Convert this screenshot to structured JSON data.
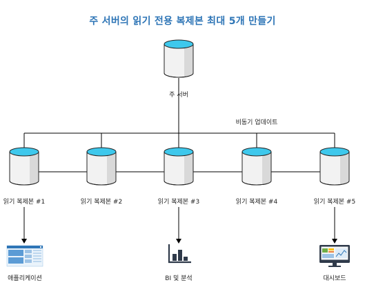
{
  "title": "주 서버의 읽기 전용 복제본 최대 5개 만들기",
  "primary": {
    "label": "주 서버"
  },
  "async_label": "비동기 업데이트",
  "replicas": [
    {
      "label": "읽기 복제본 #1"
    },
    {
      "label": "읽기 복제본 #2"
    },
    {
      "label": "읽기 복제본 #3"
    },
    {
      "label": "읽기 복제본 #4"
    },
    {
      "label": "읽기 복제본 #5"
    }
  ],
  "consumers": [
    {
      "label": "애플리케이션",
      "icon": "application-icon"
    },
    {
      "label": "BI 및 분석",
      "icon": "bar-chart-icon"
    },
    {
      "label": "대시보드",
      "icon": "dashboard-monitor-icon"
    }
  ],
  "colors": {
    "title": "#2e75b6",
    "db_top": "#3ec8ec",
    "db_body": "#f2f2f2",
    "db_shade": "#d9d9d9",
    "line": "#000000"
  }
}
